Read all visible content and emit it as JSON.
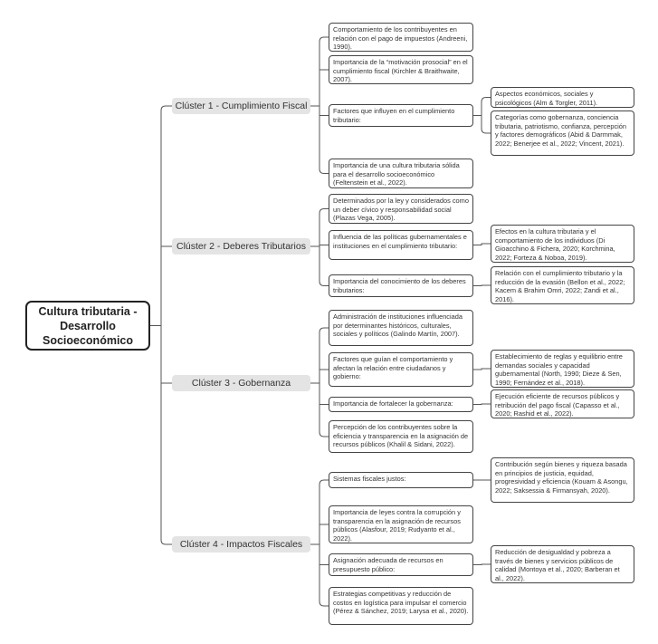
{
  "root": {
    "label": "Cultura tributaria - Desarrollo Socioeconómico"
  },
  "clusters": [
    {
      "label": "Clúster 1 - Cumplimiento Fiscal",
      "items": [
        {
          "text": "Comportamiento de los contribuyentes en relación con el pago de impuestos (Andreeni, 1990).",
          "details": []
        },
        {
          "text": "Importancia de la “motivación prosocial” en el cumplimiento fiscal (Kirchler & Braithwaite, 2007).",
          "details": []
        },
        {
          "text": "Factores que influyen en el cumplimiento tributario:",
          "details": [
            "Aspectos económicos, sociales y psicológicos (Alm & Torgler, 2011).",
            "Categorías como gobernanza, conciencia tributaria, patriotismo, confianza, percepción y factores demográficos (Abid & Darmmak, 2022; Benerjee et al., 2022; Vincent, 2021)."
          ]
        },
        {
          "text": "Importancia de una cultura tributaria sólida para el desarrollo socioeconómico (Feltenstein et al., 2022).",
          "details": []
        }
      ]
    },
    {
      "label": "Clúster 2 - Deberes Tributarios",
      "items": [
        {
          "text": "Determinados por la ley y considerados como un deber cívico y responsabilidad social (Plazas Vega, 2005).",
          "details": []
        },
        {
          "text": "Influencia de las políticas gubernamentales e instituciones en el cumplimiento tributario:",
          "details": [
            "Efectos en la cultura tributaria y el comportamiento de los individuos (Di Gioacchino & Fichera, 2020; Korchmina, 2022; Forteza & Noboa, 2019)."
          ]
        },
        {
          "text": "Importancia del conocimiento de los deberes tributarios:",
          "details": [
            "Relación con el cumplimiento tributario y la reducción de la evasión (Bellon et al., 2022; Kacem & Brahim Omri, 2022; Zandi et al., 2016)."
          ]
        }
      ]
    },
    {
      "label": "Clúster 3 - Gobernanza",
      "items": [
        {
          "text": "Administración de instituciones influenciada por determinantes históricos, culturales, sociales y políticos (Galindo Martín, 2007).",
          "details": []
        },
        {
          "text": "Factores que guían el comportamiento y afectan la relación entre ciudadanos y gobierno:",
          "details": [
            "Establecimiento de reglas y equilibrio entre demandas sociales y capacidad gubernamental (North, 1990; Dieze & Sen, 1990; Fernández et al., 2018)."
          ]
        },
        {
          "text": "Importancia de fortalecer la gobernanza:",
          "details": [
            "Ejecución eficiente de recursos públicos y retribución del pago fiscal (Capasso et al., 2020; Rashid et al., 2022)."
          ]
        },
        {
          "text": "Percepción de los contribuyentes sobre la eficiencia y transparencia en la asignación de recursos públicos (Khalil & Sidani, 2022).",
          "details": []
        }
      ]
    },
    {
      "label": "Clúster 4 - Impactos Fiscales",
      "items": [
        {
          "text": "Sistemas fiscales justos:",
          "details": [
            "Contribución según bienes y riqueza basada en principios de justicia, equidad, progresividad y eficiencia (Kouam & Asongu, 2022; Saksessia & Firmansyah, 2020)."
          ]
        },
        {
          "text": "Importancia de leyes contra la corrupción y transparencia en la asignación de recursos públicos (Alasfour, 2019; Rudyanto et al., 2022).",
          "details": []
        },
        {
          "text": "Asignación adecuada de recursos en presupuesto público:",
          "details": [
            "Reducción de desigualdad y pobreza a través de bienes y servicios públicos de calidad (Montoya et al., 2020; Barberan et al., 2022)."
          ]
        },
        {
          "text": "Estrategias competitivas y reducción de costos en logística para impulsar el comercio (Pérez & Sánchez, 2019; Larysa et al., 2020).",
          "details": []
        }
      ]
    }
  ]
}
